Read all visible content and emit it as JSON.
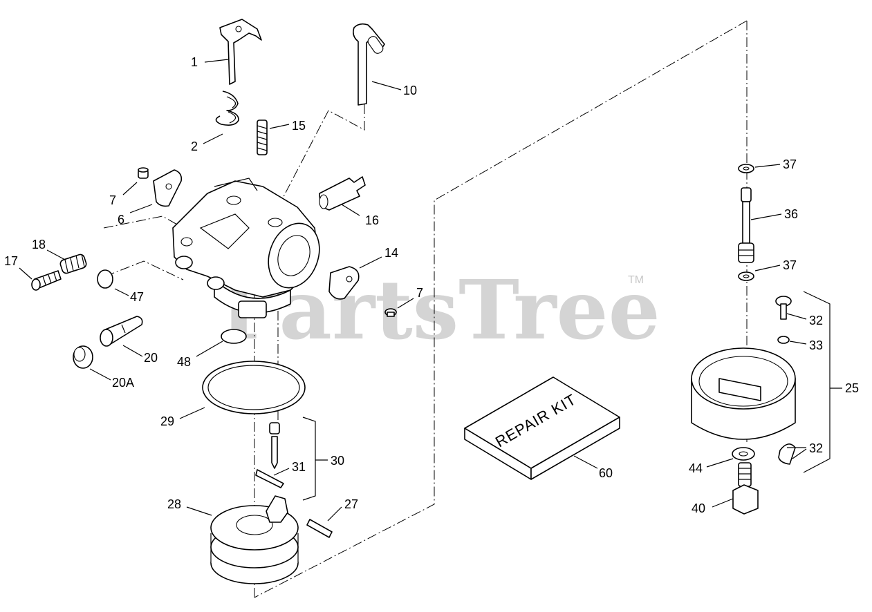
{
  "watermark": {
    "text": "PartsTree",
    "trademark": "TM"
  },
  "repair_kit_label": "REPAIR KIT",
  "callouts": [
    {
      "id": "c1",
      "text": "1"
    },
    {
      "id": "c2",
      "text": "2"
    },
    {
      "id": "c10",
      "text": "10"
    },
    {
      "id": "c15",
      "text": "15"
    },
    {
      "id": "c7a",
      "text": "7"
    },
    {
      "id": "c6",
      "text": "6"
    },
    {
      "id": "c16",
      "text": "16"
    },
    {
      "id": "c18",
      "text": "18"
    },
    {
      "id": "c17",
      "text": "17"
    },
    {
      "id": "c14",
      "text": "14"
    },
    {
      "id": "c47",
      "text": "47"
    },
    {
      "id": "c7b",
      "text": "7"
    },
    {
      "id": "c20",
      "text": "20"
    },
    {
      "id": "c48",
      "text": "48"
    },
    {
      "id": "c20A",
      "text": "20A"
    },
    {
      "id": "c29",
      "text": "29"
    },
    {
      "id": "c30",
      "text": "30"
    },
    {
      "id": "c31",
      "text": "31"
    },
    {
      "id": "c28",
      "text": "28"
    },
    {
      "id": "c27",
      "text": "27"
    },
    {
      "id": "c60",
      "text": "60"
    },
    {
      "id": "c37a",
      "text": "37"
    },
    {
      "id": "c36",
      "text": "36"
    },
    {
      "id": "c37b",
      "text": "37"
    },
    {
      "id": "c32a",
      "text": "32"
    },
    {
      "id": "c33",
      "text": "33"
    },
    {
      "id": "c25",
      "text": "25"
    },
    {
      "id": "c32b",
      "text": "32"
    },
    {
      "id": "c44",
      "text": "44"
    },
    {
      "id": "c40",
      "text": "40"
    }
  ]
}
